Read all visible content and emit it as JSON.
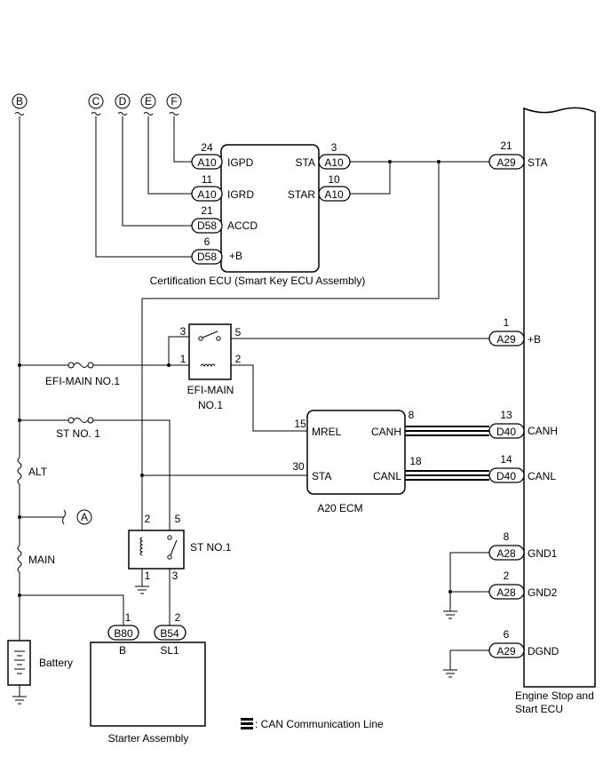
{
  "connectors": {
    "B": "B",
    "C": "C",
    "D": "D",
    "E": "E",
    "F": "F",
    "A": "A"
  },
  "cert_ecu": {
    "name": "Certification ECU (Smart Key ECU Assembly)",
    "pins": [
      {
        "num": "24",
        "conn": "A10",
        "label": "IGPD"
      },
      {
        "num": "11",
        "conn": "A10",
        "label": "IGRD"
      },
      {
        "num": "21",
        "conn": "D58",
        "label": "ACCD"
      },
      {
        "num": "6",
        "conn": "D58",
        "label": "+B"
      },
      {
        "num": "3",
        "conn": "A10",
        "label": "STA"
      },
      {
        "num": "10",
        "conn": "A10",
        "label": "STAR"
      }
    ]
  },
  "engine_ecu": {
    "name_line1": "Engine Stop and",
    "name_line2": "Start ECU",
    "pins": [
      {
        "num": "21",
        "conn": "A29",
        "label": "STA"
      },
      {
        "num": "1",
        "conn": "A29",
        "label": "+B"
      },
      {
        "num": "13",
        "conn": "D40",
        "label": "CANH"
      },
      {
        "num": "14",
        "conn": "D40",
        "label": "CANL"
      },
      {
        "num": "8",
        "conn": "A28",
        "label": "GND1"
      },
      {
        "num": "2",
        "conn": "A28",
        "label": "GND2"
      },
      {
        "num": "6",
        "conn": "A29",
        "label": "DGND"
      }
    ]
  },
  "ecm": {
    "name": "A20   ECM",
    "pins": [
      {
        "num": "15",
        "label": "MREL"
      },
      {
        "num": "30",
        "label": "STA"
      },
      {
        "num": "8",
        "label": "CANH"
      },
      {
        "num": "18",
        "label": "CANL"
      }
    ]
  },
  "efi_relay": {
    "name_line1": "EFI-MAIN",
    "name_line2": "NO.1",
    "pins": [
      "3",
      "5",
      "1",
      "2"
    ]
  },
  "st_relay": {
    "name": "ST NO.1",
    "pins": [
      "2",
      "5",
      "1",
      "3"
    ]
  },
  "fuses": {
    "efi_main": "EFI-MAIN NO.1",
    "st": "ST NO. 1",
    "alt": "ALT",
    "main": "MAIN"
  },
  "battery": {
    "name": "Battery"
  },
  "starter": {
    "name": "Starter Assembly",
    "pins": [
      {
        "num": "1",
        "conn": "B80",
        "label": "B"
      },
      {
        "num": "2",
        "conn": "B54",
        "label": "SL1"
      }
    ]
  },
  "legend": {
    "text": ": CAN Communication Line"
  }
}
